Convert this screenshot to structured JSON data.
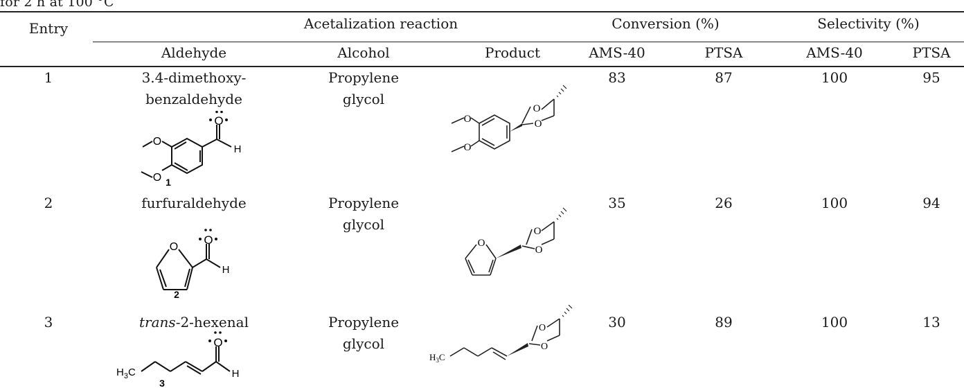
{
  "caption_fragment": "for 2 h at 100 °C",
  "headers": {
    "entry": "Entry",
    "acetalization": "Acetalization reaction",
    "conversion": "Conversion (%)",
    "selectivity": "Selectivity (%)",
    "aldehyde": "Aldehyde",
    "alcohol": "Alcohol",
    "product": "Product",
    "conv_ams": "AMS-40",
    "conv_ptsa": "PTSA",
    "sel_ams": "AMS-40",
    "sel_ptsa": "PTSA"
  },
  "rows": [
    {
      "entry": "1",
      "aldehyde_line1": "3.4-dimethoxy-",
      "aldehyde_line2": "benzaldehyde",
      "alcohol_line1": "Propylene",
      "alcohol_line2": "glycol",
      "conv_ams": "83",
      "conv_ptsa": "87",
      "sel_ams": "100",
      "sel_ptsa": "95",
      "compound_number": "1"
    },
    {
      "entry": "2",
      "aldehyde_line1": "furfuraldehyde",
      "alcohol_line1": "Propylene",
      "alcohol_line2": "glycol",
      "conv_ams": "35",
      "conv_ptsa": "26",
      "sel_ams": "100",
      "sel_ptsa": "94",
      "compound_number": "2"
    },
    {
      "entry": "3",
      "aldehyde_italic": "trans",
      "aldehyde_rest": "-2-hexenal",
      "alcohol_line1": "Propylene",
      "alcohol_line2": "glycol",
      "conv_ams": "30",
      "conv_ptsa": "89",
      "sel_ams": "100",
      "sel_ptsa": "13",
      "compound_number": "3"
    }
  ],
  "atom_labels": {
    "oxygen": "O",
    "hydrogen": "H",
    "methyl": "H3C",
    "methyl_prefix": "H",
    "methyl_sub": "3",
    "methyl_suffix": "C"
  }
}
